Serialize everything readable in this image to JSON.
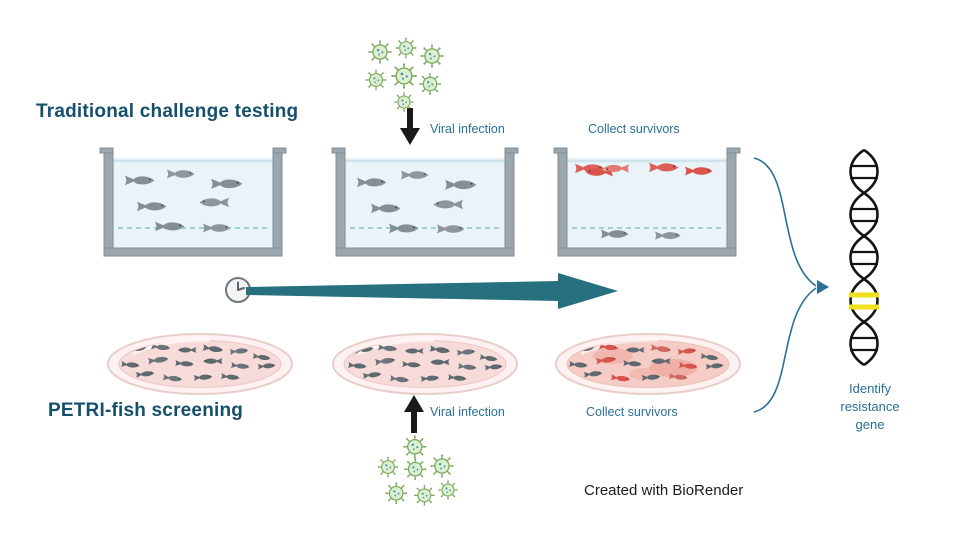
{
  "top_row": {
    "title": "Traditional challenge testing",
    "viral_infection": "Viral infection",
    "collect_survivors": "Collect survivors"
  },
  "bottom_row": {
    "title": "PETRI-fish screening",
    "viral_infection": "Viral infection",
    "collect_survivors": "Collect survivors"
  },
  "outcome": {
    "label": "Identify resistance gene"
  },
  "credit": "Created with BioRender",
  "colors": {
    "title_teal": "#14506b",
    "label_blue": "#2a6f97",
    "timeline_arrow_teal": "#26707f",
    "survivor_red": "#d9544c",
    "dna_highlight_yellow": "#efe11a",
    "virus_green": "#79a75a",
    "fish_gray": "#848e95",
    "tank_wall_gray": "#9ba7ad",
    "water_blue": "#e9f3f8",
    "dish_pink": "#f7dbd8"
  }
}
